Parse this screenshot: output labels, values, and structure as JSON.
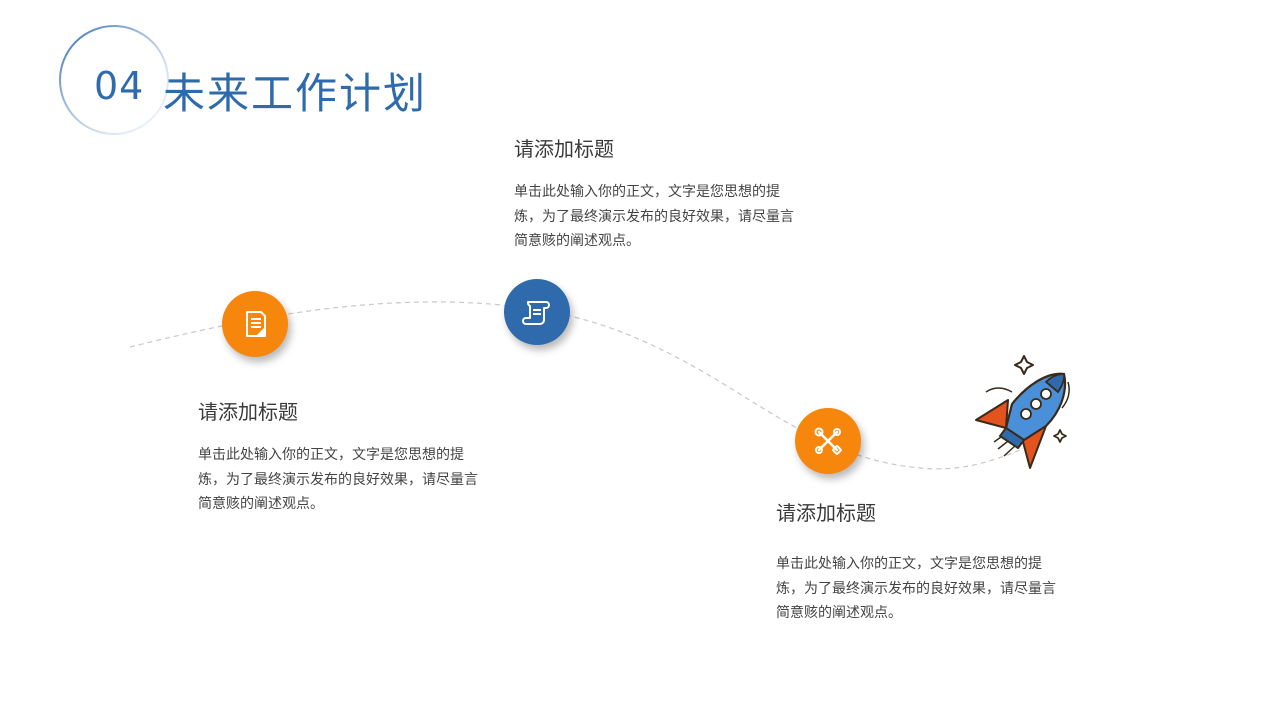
{
  "header": {
    "number": "04",
    "title": "未来工作计划"
  },
  "colors": {
    "primary_blue": "#2e6aac",
    "accent_orange": "#f7860d"
  },
  "steps": [
    {
      "icon": "document-icon",
      "title": "请添加标题",
      "body": "单击此处输入你的正文，文字是您思想的提炼，为了最终演示发布的良好效果，请尽量言简意赅的阐述观点。"
    },
    {
      "icon": "scroll-icon",
      "title": "请添加标题",
      "body": "单击此处输入你的正文，文字是您思想的提炼，为了最终演示发布的良好效果，请尽量言简意赅的阐述观点。"
    },
    {
      "icon": "tools-icon",
      "title": "请添加标题",
      "body": "单击此处输入你的正文，文字是您思想的提炼，为了最终演示发布的良好效果，请尽量言简意赅的阐述观点。"
    }
  ],
  "decoration": {
    "icon": "rocket-icon"
  }
}
